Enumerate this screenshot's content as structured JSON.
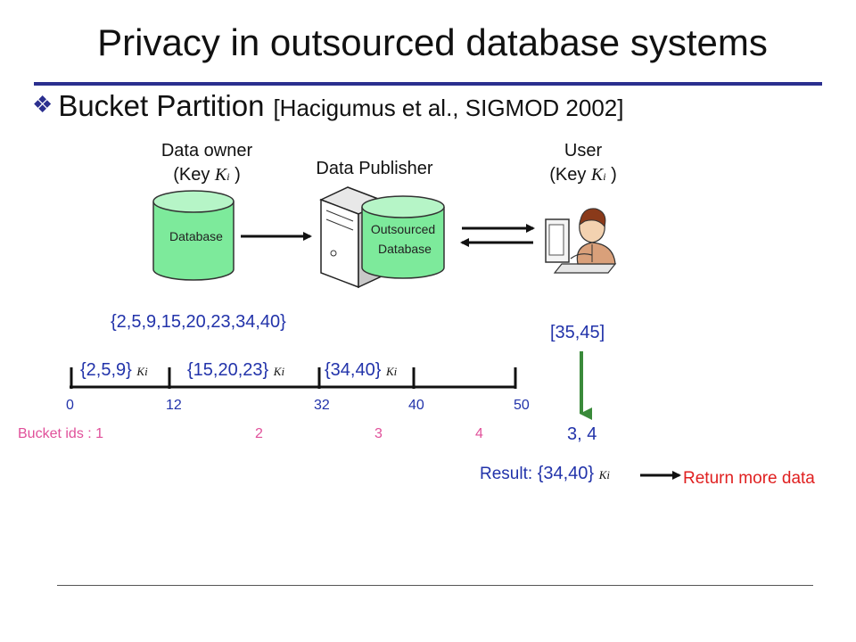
{
  "slide": {
    "title": "Privacy in outsourced database systems",
    "subtitle": "Bucket Partition",
    "citation": "[Hacigumus  et al., SIGMOD 2002]"
  },
  "actors": {
    "owner_name": "Data owner",
    "owner_key_prefix": "(Key ",
    "owner_key_suffix": " )",
    "publisher_name": "Data Publisher",
    "user_name": "User",
    "user_key_prefix": "(Key ",
    "user_key_suffix": " )",
    "key_symbol": "K",
    "key_subscript": "i"
  },
  "databases": {
    "owner_db_label": "Database",
    "outsourced_line1": "Outsourced",
    "outsourced_line2": "Database"
  },
  "partition": {
    "full_set": "{2,5,9,15,20,23,34,40}",
    "buckets": [
      "{2,5,9}",
      "{15,20,23}",
      "{34,40}"
    ],
    "bucket_key": "Ki",
    "ticks": [
      "0",
      "12",
      "32",
      "40",
      "50"
    ],
    "bucket_ids_label": "Bucket ids : 1",
    "bucket_ids": [
      "2",
      "3",
      "4"
    ]
  },
  "query": {
    "range": "[35,45]",
    "matched_buckets": "3, 4",
    "result_label": "Result:",
    "result_value": "{34,40}",
    "result_key": "Ki",
    "return_text": "Return more data"
  },
  "colors": {
    "title_rule": "#2b2f8f",
    "cylinder_fill": "#7dea9b",
    "value_text": "#2233aa",
    "bucket_ids": "#e0509a",
    "return_text": "#e02020",
    "query_arrow": "#3a8a3a"
  }
}
